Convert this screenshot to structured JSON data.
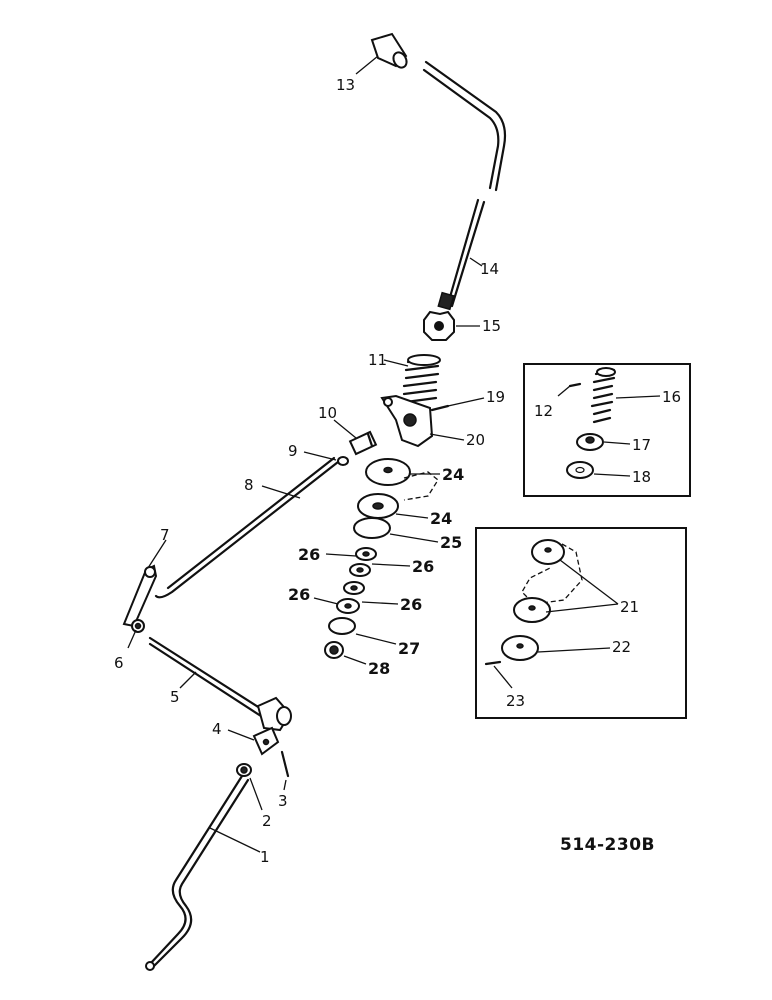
{
  "figure_id": "514-230B",
  "callouts": {
    "c1": "1",
    "c2": "2",
    "c3": "3",
    "c4": "4",
    "c5": "5",
    "c6": "6",
    "c7": "7",
    "c8": "8",
    "c9": "9",
    "c10": "10",
    "c11": "11",
    "c12": "12",
    "c13": "13",
    "c14": "14",
    "c15": "15",
    "c16": "16",
    "c17": "17",
    "c18": "18",
    "c19": "19",
    "c20": "20",
    "c21": "21",
    "c22": "22",
    "c23": "23",
    "c24a": "24",
    "c24b": "24",
    "c25": "25",
    "c26a": "26",
    "c26b": "26",
    "c26c": "26",
    "c26d": "26",
    "c27": "27",
    "c28": "28"
  }
}
